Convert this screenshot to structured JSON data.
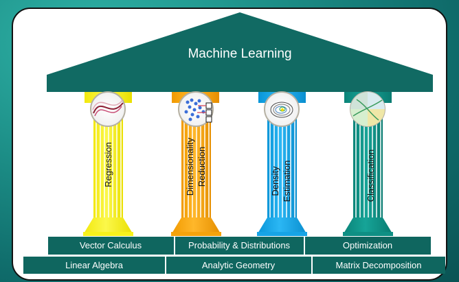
{
  "diagram": {
    "title": "Machine Learning",
    "pillars": [
      {
        "lines": [
          "Regression"
        ],
        "color": "#f7f21c"
      },
      {
        "lines": [
          "Dimensionality",
          "Reduction"
        ],
        "color": "#f5a30c"
      },
      {
        "lines": [
          "Density",
          "Estimation"
        ],
        "color": "#17a4e6"
      },
      {
        "lines": [
          "Classification"
        ],
        "color": "#0f8f84"
      }
    ],
    "foundation_top": [
      "Vector Calculus",
      "Probability & Distributions",
      "Optimization"
    ],
    "foundation_bottom": [
      "Linear Algebra",
      "Analytic Geometry",
      "Matrix Decomposition"
    ],
    "colors": {
      "roof": "#116a63",
      "base": "#0f665f",
      "panel": "#ffffff"
    }
  }
}
